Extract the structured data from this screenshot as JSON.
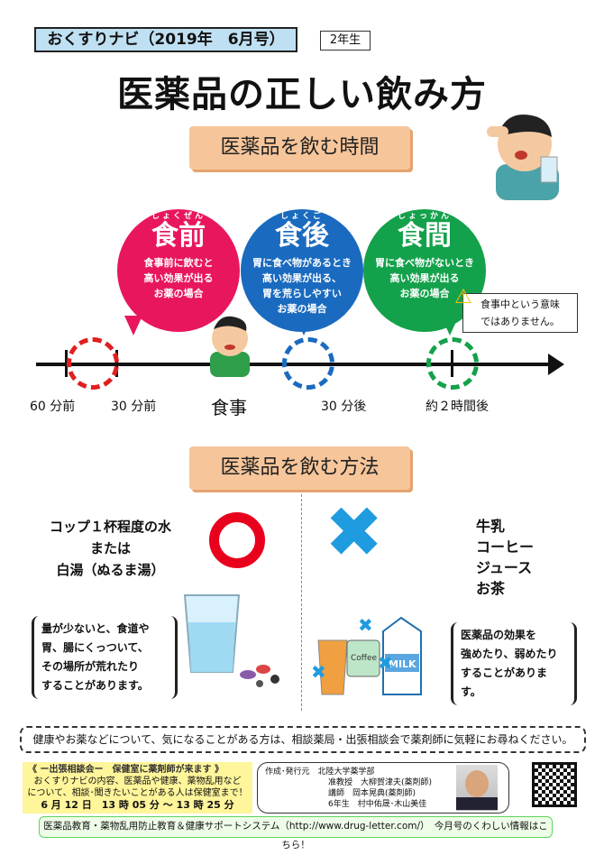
{
  "header": {
    "newsletter": "おくすりナビ（2019年　6月号）",
    "grade": "2年生",
    "title": "医薬品の正しい飲み方"
  },
  "section1": {
    "title": "医薬品を飲む時間",
    "bubbles": [
      {
        "ruby": "しょくぜん",
        "name": "食前",
        "lines": [
          "食事前に飲むと",
          "高い効果が出る",
          "お薬の場合"
        ],
        "color": "#e8175d"
      },
      {
        "ruby": "しょくご",
        "name": "食後",
        "lines": [
          "胃に食べ物があるとき",
          "高い効果が出る、",
          "胃を荒らしやすい",
          "お薬の場合"
        ],
        "color": "#1a6bbf"
      },
      {
        "ruby": "しょっかん",
        "name": "食間",
        "lines": [
          "胃に食べ物がないとき",
          "高い効果が出る",
          "お薬の場合"
        ],
        "color": "#14a14b"
      }
    ],
    "warning": [
      "食事中という意味",
      "ではありません。"
    ],
    "timeline": [
      "60 分前",
      "30 分前",
      "食事",
      "30 分後",
      "約２時間後"
    ]
  },
  "section2": {
    "title": "医薬品を飲む方法",
    "ok_lines": [
      "コップ１杯程度の水",
      "または",
      "白湯（ぬるま湯）"
    ],
    "ng_lines": [
      "牛乳",
      "コーヒー",
      "ジュース",
      "お茶"
    ],
    "ok_note": [
      "量が少ないと、食道や",
      "胃、腸にくっついて、",
      "その場所が荒れたり",
      "することがあります。"
    ],
    "ng_note": [
      "医薬品の効果を",
      "強めたり、弱めたり",
      "することがあります。"
    ],
    "cup_label": "Coffee",
    "milk_label": "MILK"
  },
  "footer": {
    "ask": "健康やお薬などについて、気になることがある方は、相談薬局・出張相談会で薬剤師に気軽にお尋ねください。",
    "event": [
      "《 ー出張相談会ー　保健室に薬剤師が来ます 》",
      "おくすりナビの内容、医薬品や健康、薬物乱用など",
      "について、相談･聞きたいことがある人は保健室まで！",
      "6 月 12 日　13 時 05 分 ～ 13 時 25 分"
    ],
    "credits": {
      "label": "作成･発行元",
      "org": "北陸大学薬学部",
      "lines": [
        "准教授　大柳賀津夫(薬剤師)",
        "講師　岡本晃典(薬剤師)",
        "6年生　村中佑晟･木山美佳"
      ]
    },
    "link": "医薬品教育・薬物乱用防止教育＆健康サポートシステム（http://www.drug-letter.com/）　今月号のくわしい情報はこちら！"
  }
}
